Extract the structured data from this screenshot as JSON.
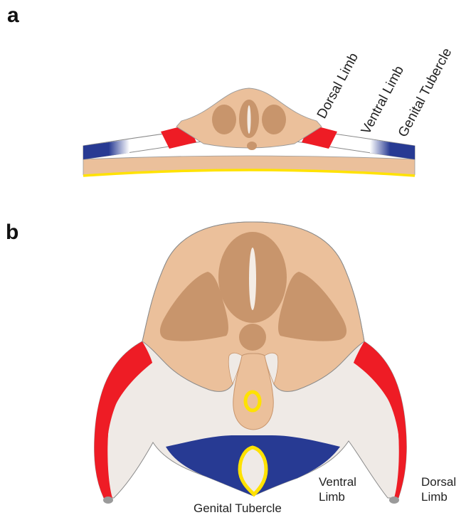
{
  "figure": {
    "panel_a": {
      "letter": "a",
      "labels": {
        "dorsal_limb": "Dorsal Limb",
        "ventral_limb": "Ventral Limb",
        "genital_tubercle": "Genital Tubercle"
      }
    },
    "panel_b": {
      "letter": "b",
      "labels": {
        "genital_tubercle": "Genital Tubercle",
        "ventral_line1": "Ventral",
        "ventral_line2": "Limb",
        "dorsal_line1": "Dorsal",
        "dorsal_line2": "Limb"
      }
    },
    "colors": {
      "tissue": "#EBC09B",
      "neural_dark": "#C8956C",
      "dorsal_red": "#EE1C25",
      "ventral_blue": "#273A93",
      "mesenchyme_light": "#EFEAE6",
      "yellow": "#FFE200",
      "outline": "#8A8A8A"
    }
  }
}
